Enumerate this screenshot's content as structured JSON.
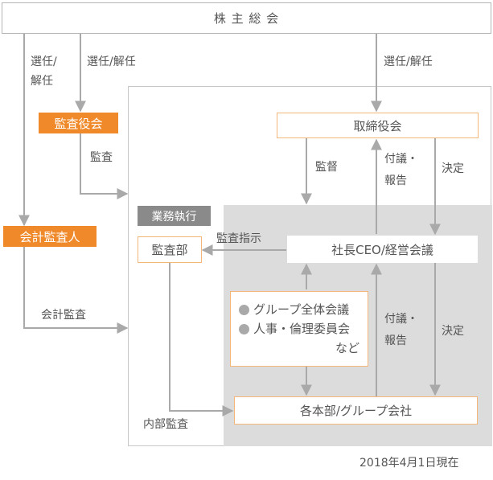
{
  "nodes": {
    "shareholders": "株 主 総 会",
    "audit_board": "監査役会",
    "board": "取締役会",
    "accounting_auditor": "会計監査人",
    "business_execution": "業務執行",
    "audit_dept": "監査部",
    "ceo_meeting": "社長CEO/経営会議",
    "committees": {
      "item1": "グループ全体会議",
      "item2": "人事・倫理委員会",
      "suffix": "など"
    },
    "divisions": "各本部/グループ会社"
  },
  "edges": {
    "elect_left_1": "選任/",
    "elect_left_2": "解任",
    "elect_audit_board": "選任/解任",
    "elect_board": "選任/解任",
    "audit": "監査",
    "supervision": "監督",
    "submit_report_1_a": "付議・",
    "submit_report_1_b": "報告",
    "decision_1": "決定",
    "audit_instruction": "監査指示",
    "accounting_audit": "会計監査",
    "submit_report_2_a": "付議・",
    "submit_report_2_b": "報告",
    "decision_2": "決定",
    "internal_audit": "内部監査"
  },
  "footer": {
    "as_of": "2018年4月1日現在"
  },
  "colors": {
    "orange": "#f0892a",
    "orange_border": "#f5b67a",
    "gray_area": "#dcdcdc",
    "arrow": "#a9a9a9"
  }
}
